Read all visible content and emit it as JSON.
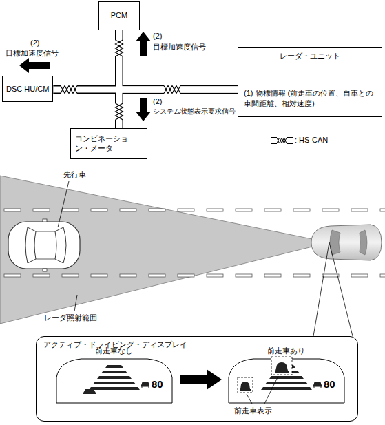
{
  "diagram": {
    "nodes": [
      {
        "text": [
          "PCM"
        ]
      },
      {
        "text": [
          "DSC HU/CM"
        ]
      },
      {
        "text": [
          "レーダ・ユニット",
          "(1) 物標情報 (前走車の位置、自車との車間距離、相対速度)"
        ]
      },
      {
        "text": [
          "コンビネーション・メータ"
        ]
      },
      {
        "text": [
          "アクティブ・ドライビング・ディスプレイ"
        ]
      }
    ],
    "edges": [
      {
        "from": 2,
        "to": 1,
        "arrow": "none"
      },
      {
        "from": 2,
        "to": 0,
        "arrow": "none"
      },
      {
        "from": 2,
        "to": 3,
        "arrow": "none"
      }
    ],
    "labels": [
      "(2)",
      "目標加速度信号",
      "(2)",
      "目標加速度信号",
      "(2)",
      "システム状態表示要求信号",
      "先行車",
      "レーダ照射範囲",
      "前走車なし",
      "前走車あり",
      "80",
      "80",
      "前走車表示"
    ],
    "legend": [
      {
        "text": ": HS-CAN"
      }
    ]
  }
}
